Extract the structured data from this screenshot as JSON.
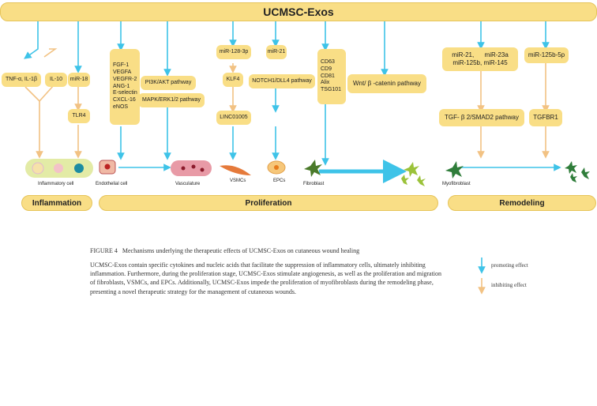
{
  "title": "UCMSC-Exos",
  "nodes": {
    "tnf": "TNF-α, IL-1β",
    "il10": "IL-10",
    "mir18": "miR-18",
    "tlr4": "TLR4",
    "growth": [
      "FGF-1",
      "VEGFA",
      "VEGFR-2",
      "ANG-1",
      "E-selectin",
      "CXCL-16",
      "eNOS"
    ],
    "pi3k": "PI3K/AKT pathway",
    "mapk": "MAPK/ERK1/2 pathway",
    "mir128": "miR-128-3p",
    "klf4": "KLF4",
    "linc": "LINC01005",
    "mir21": "miR-21",
    "notch": "NOTCH1/DLL4 pathway",
    "markers": [
      "CD63",
      "CD9",
      "CD81",
      "Alix",
      "TSG101"
    ],
    "wnt": "Wnt/ β -catenin pathway",
    "mirgroup": [
      "miR-21,      miR-23a",
      "miR-125b, miR-145"
    ],
    "mir125b5p": "miR-125b-5p",
    "tgfb": "TGF- β 2/SMAD2 pathway",
    "tgfbr1": "TGFBR1"
  },
  "cells": {
    "inflammatory": "Inflammatory cell",
    "endothelial": "Endothelial cell",
    "vasculature": "Vasculature",
    "vsmcs": "VSMCs",
    "epcs": "EPCs",
    "fibroblast": "Fibroblast",
    "myofibroblast": "Myofibroblast"
  },
  "stages": {
    "inflammation": "Inflammation",
    "proliferation": "Proliferation",
    "remodeling": "Remodeling"
  },
  "figure": {
    "label": "FIGURE 4",
    "title": "Mechanisms underlying the therapeutic effects of  UCMSC-Exos on cutaneous wound healing",
    "body": "UCMSC-Exos contain specific cytokines and nucleic acids that facilitate the suppression of inflammatory cells, ultimately inhibiting inflammation. Furthermore, during the proliferation stage, UCMSC-Exos stimulate angiogenesis, as well as the proliferation and migration of fibroblasts, VSMCs, and EPCs. Additionally, UCMSC-Exos impede the proliferation of myofibroblasts during the remodeling phase, presenting a novel therapeutic strategy for the management of cutaneous wounds."
  },
  "legend": {
    "promoting": "promoting effect",
    "inhibiting": "inhibiting effect"
  },
  "colors": {
    "box": "#f9de86",
    "promote": "#3ec3e8",
    "inhibit": "#f2c283"
  }
}
